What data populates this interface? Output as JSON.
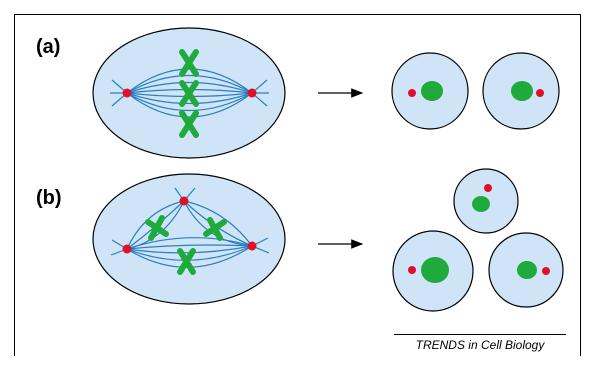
{
  "panels": [
    {
      "label": "(a)"
    },
    {
      "label": "(b)"
    }
  ],
  "credit": "TRENDS in Cell Biology",
  "colors": {
    "cell_fill": "#cfe5f7",
    "cell_stroke": "#000000",
    "spindle": "#2a7fc0",
    "chromosome": "#1faa3c",
    "centrosome": "#e0102a",
    "arrow": "#000000"
  },
  "icons": [
    "spindle-diagram",
    "arrow-right",
    "daughter-cell",
    "centrosome-dot",
    "chromosome-x"
  ]
}
